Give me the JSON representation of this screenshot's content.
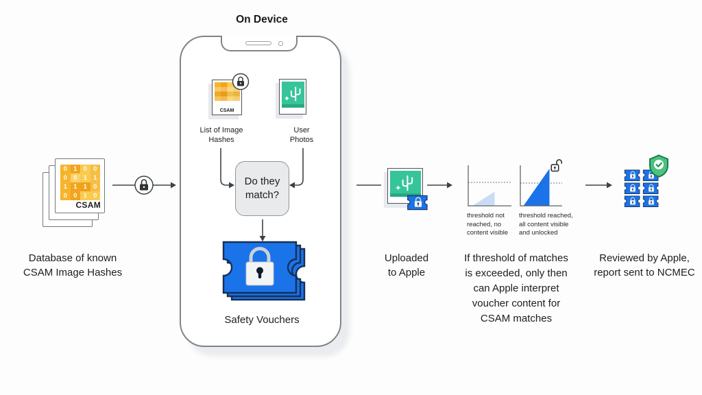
{
  "palette": {
    "accent_blue": "#1A73E8",
    "blue_outline": "#163057",
    "light_blue": "#C8DCF5",
    "teal": "#36C59B",
    "teal_dark": "#27A981",
    "amber": "#F4AC31",
    "green_shield": "#4DC17F",
    "green_shield_dark": "#177D4E",
    "text": "#1B1D1F"
  },
  "icons": {
    "lock_closed": "closed-padlock",
    "lock_open": "open-padlock",
    "lock_in_circle": "padlock-inside-circle",
    "shield_check": "shield-with-checkmark",
    "cactus_photo": "photo-thumbnail-with-cactus",
    "sparkle": "four-point-star",
    "ticket": "safety-voucher-ticket"
  },
  "header": {
    "on_device": "On Device"
  },
  "database": {
    "tag": "CSAM",
    "digits": [
      "0",
      "1",
      "0",
      "0",
      "0",
      "0",
      "1",
      "1",
      "1",
      "1",
      "1",
      "0",
      "0",
      "0",
      "1",
      "0"
    ],
    "label": [
      "Database of known",
      "CSAM Image Hashes"
    ]
  },
  "device": {
    "hash_list_tag": "CSAM",
    "hash_list_label": [
      "List of Image",
      "Hashes"
    ],
    "user_photos_label": [
      "User",
      "Photos"
    ],
    "match_box": [
      "Do they",
      "match?"
    ],
    "vouchers_label": "Safety Vouchers"
  },
  "upload": {
    "label": [
      "Uploaded",
      "to Apple"
    ]
  },
  "thresholds": {
    "not_reached": [
      "threshold not",
      "reached, no",
      "content visible"
    ],
    "reached": [
      "threshold reached,",
      "all content visible",
      "and unlocked"
    ],
    "explanation": [
      "If threshold of matches",
      "is exceeded, only then",
      "can Apple interpret",
      "voucher content for",
      "CSAM matches"
    ]
  },
  "review": {
    "label": [
      "Reviewed by Apple,",
      "report sent to NCMEC"
    ]
  },
  "chart_data": [
    {
      "type": "area",
      "name": "threshold-not-reached",
      "description": "small light-blue triangle staying below a dashed threshold line",
      "threshold_line": "dashed",
      "exceeds_threshold": false,
      "fill": "#C8DCF5",
      "caption": "threshold not reached, no content visible"
    },
    {
      "type": "area",
      "name": "threshold-reached",
      "description": "large solid blue triangle rising above a dashed threshold line; open padlock shown",
      "threshold_line": "dashed",
      "exceeds_threshold": true,
      "fill": "#1A73E8",
      "caption": "threshold reached, all content visible and unlocked"
    }
  ]
}
